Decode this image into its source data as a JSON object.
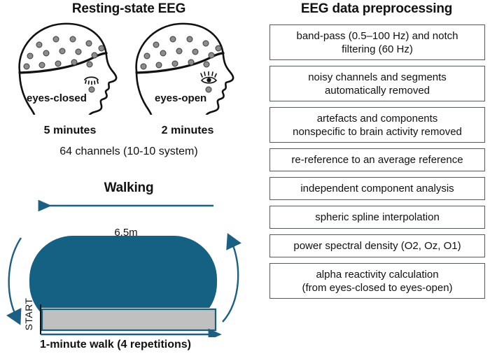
{
  "figure": {
    "background_color": "#ffffff",
    "accent_color": "#156184",
    "gray_fill_color": "#c0c0c0",
    "outline_color": "#111111",
    "box_border_color": "#55585c"
  },
  "resting_state": {
    "title": "Resting-state EEG",
    "conditions": [
      {
        "state_label": "eyes-closed",
        "duration_label": "5 minutes",
        "eye_icon": "closed-eye-icon",
        "head_icon": "head-profile-with-eeg-cap-icon",
        "electrode_count_drawn": 15
      },
      {
        "state_label": "eyes-open",
        "duration_label": "2 minutes",
        "eye_icon": "open-eye-icon",
        "head_icon": "head-profile-with-eeg-cap-icon",
        "electrode_count_drawn": 15
      }
    ],
    "channels_note": "64 channels (10-10 system)"
  },
  "walking": {
    "title": "Walking",
    "distance_label": "6.5m",
    "start_label": "START",
    "caption": "1-minute walk (4 repetitions)",
    "top_arrow_direction": "left",
    "bottom_arrow_direction": "right",
    "left_arc_direction": "down",
    "right_arc_direction": "up"
  },
  "preprocessing": {
    "title": "EEG data preprocessing",
    "steps": [
      {
        "text": "band-pass (0.5–100 Hz) and notch\nfiltering (60 Hz)",
        "lines": 2
      },
      {
        "text": "noisy channels and segments\nautomatically removed",
        "lines": 2
      },
      {
        "text": "artefacts and components\nnonspecific to brain activity removed",
        "lines": 2
      },
      {
        "text": "re-reference to an average reference",
        "lines": 1
      },
      {
        "text": "independent component analysis",
        "lines": 1
      },
      {
        "text": "spheric spline interpolation",
        "lines": 1
      },
      {
        "text": "power spectral density (O2, Oz, O1)",
        "lines": 1
      },
      {
        "text": "alpha reactivity calculation\n(from eyes-closed to eyes-open)",
        "lines": 2
      }
    ]
  }
}
